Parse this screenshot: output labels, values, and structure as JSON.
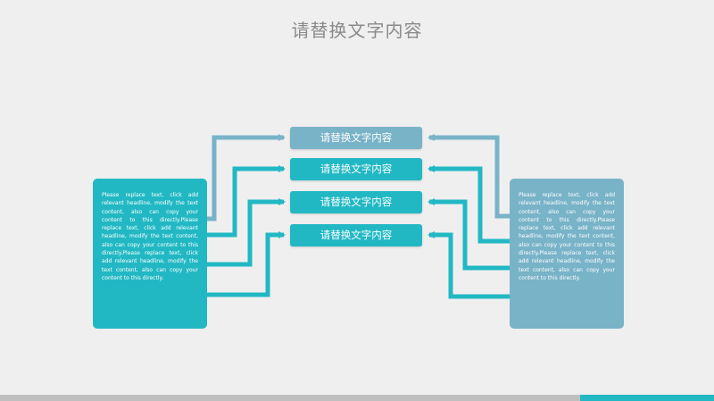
{
  "title": "请替换文字内容",
  "center_boxes": [
    {
      "label": "请替换文字内容",
      "color": "#78b3c8"
    },
    {
      "label": "请替换文字内容",
      "color": "#21b8c4"
    },
    {
      "label": "请替换文字内容",
      "color": "#21b8c4"
    },
    {
      "label": "请替换文字内容",
      "color": "#21b8c4"
    }
  ],
  "left_panel": {
    "text": "Please replace text, click add relevant headline, modify the text content, also can copy your content to this directly.Please replace text, click add relevant headline, modify the text content, also can copy your content to this directly.Please replace text, click add relevant headline, modify the text content, also can copy your content to this directly.",
    "color": "#21b8c4"
  },
  "right_panel": {
    "text": "Please replace text, click add relevant headline, modify the text content, also can copy your content to this directly.Please replace text, click add relevant headline, modify the text content, also can copy your content to this directly.Please replace text, click add relevant headline, modify the text content, also can copy your content to this directly.",
    "color": "#78b3c8"
  },
  "colors": {
    "teal": "#21b8c4",
    "steel_blue": "#78b3c8",
    "footer_gray": "#bfbfbf",
    "background": "#efefef"
  }
}
